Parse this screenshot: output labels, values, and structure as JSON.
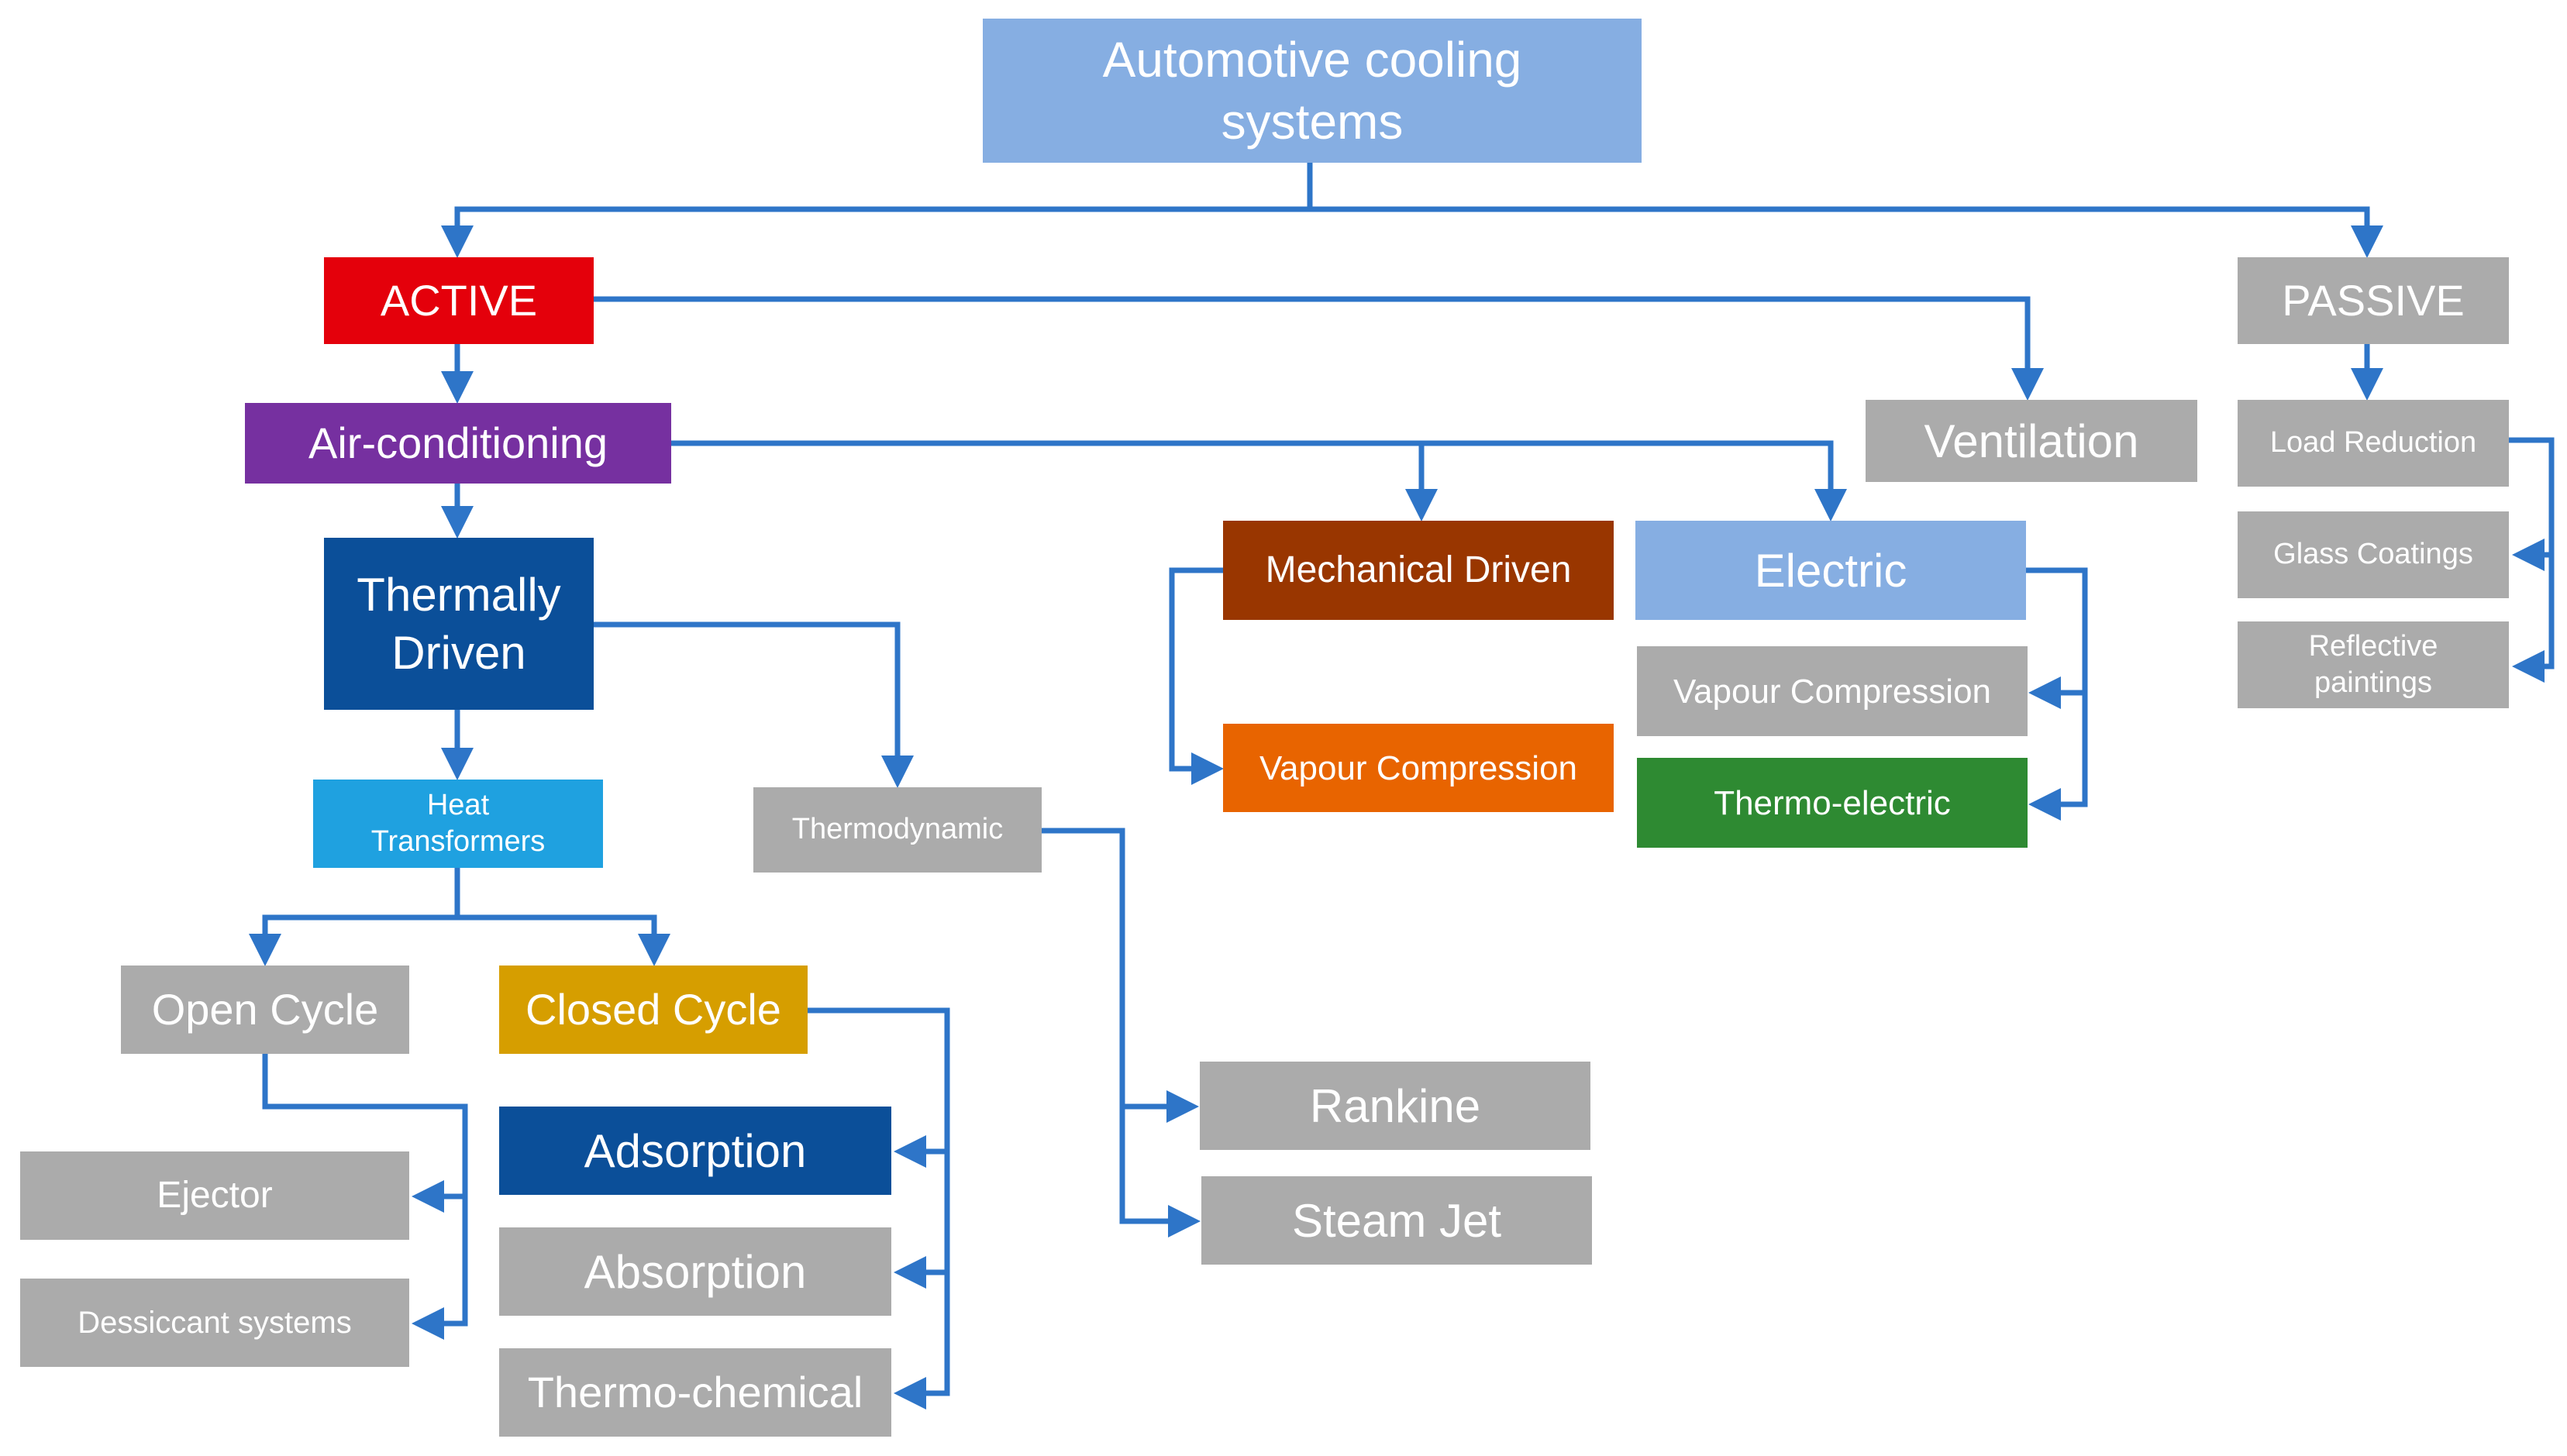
{
  "colors": {
    "connector": "#2E75C8",
    "root": "#86AEE2",
    "active": "#E4000B",
    "gray": "#ABABAB",
    "purple": "#7630A0",
    "dark_blue": "#0B4F99",
    "light_blue": "#1FA1E0",
    "mechanical": "#993600",
    "electric": "#86AEE2",
    "orange": "#E86400",
    "green": "#2E8A32",
    "gold": "#D69E00"
  },
  "nodes": {
    "root": "Automotive cooling systems",
    "active": "ACTIVE",
    "passive": "PASSIVE",
    "air_conditioning": "Air-conditioning",
    "ventilation": "Ventilation",
    "load_reduction": "Load Reduction",
    "glass_coatings": "Glass Coatings",
    "reflective_paintings": "Reflective paintings",
    "thermally_driven": "Thermally Driven",
    "mechanical_driven": "Mechanical Driven",
    "electric": "Electric",
    "vapour_compression_mech": "Vapour Compression",
    "vapour_compression_elec": "Vapour Compression",
    "thermo_electric": "Thermo-electric",
    "heat_transformers": "Heat Transformers",
    "thermodynamic": "Thermodynamic",
    "open_cycle": "Open Cycle",
    "closed_cycle": "Closed Cycle",
    "ejector": "Ejector",
    "dessiccant_systems": "Dessiccant systems",
    "adsorption": "Adsorption",
    "absorption": "Absorption",
    "thermo_chemical": "Thermo-chemical",
    "rankine": "Rankine",
    "steam_jet": "Steam Jet"
  }
}
